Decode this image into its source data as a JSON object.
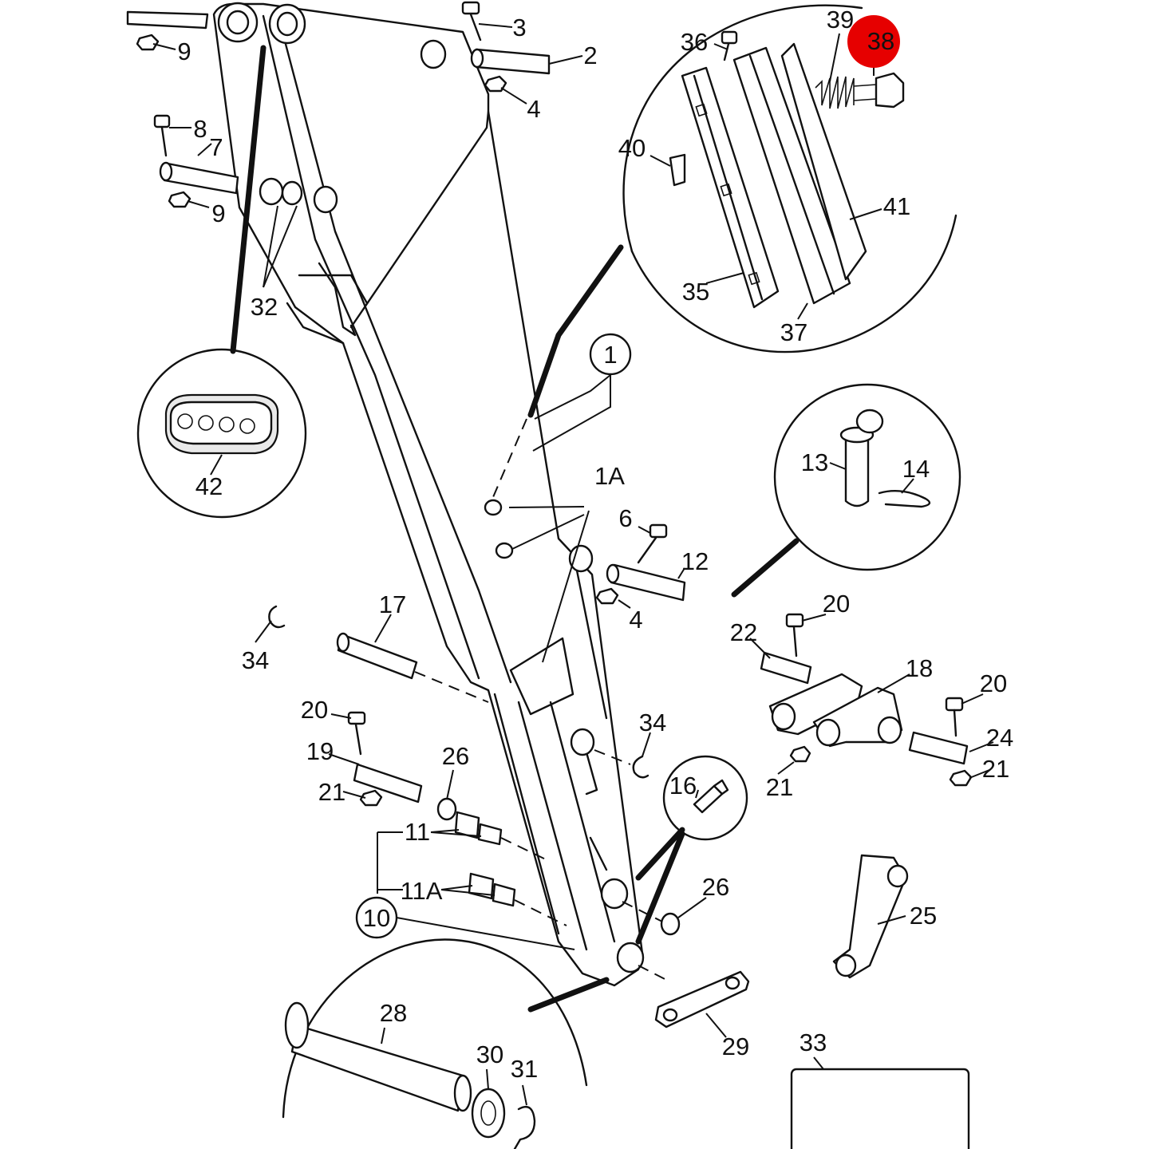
{
  "highlight_color": "#e60000",
  "highlighted_part": "38",
  "callouts": {
    "c1": "1",
    "c1A": "1A",
    "c2": "2",
    "c3": "3",
    "c4a": "4",
    "c4b": "4",
    "c6": "6",
    "c7": "7",
    "c8": "8",
    "c9a": "9",
    "c9b": "9",
    "c10": "10",
    "c11": "11",
    "c11A": "11A",
    "c12": "12",
    "c13": "13",
    "c14": "14",
    "c16": "16",
    "c17": "17",
    "c18": "18",
    "c19": "19",
    "c20a": "20",
    "c20b": "20",
    "c20c": "20",
    "c21a": "21",
    "c21b": "21",
    "c21c": "21",
    "c22": "22",
    "c24": "24",
    "c25": "25",
    "c26a": "26",
    "c26b": "26",
    "c28": "28",
    "c29": "29",
    "c30": "30",
    "c31": "31",
    "c32": "32",
    "c33": "33",
    "c34a": "34",
    "c34b": "34",
    "c35": "35",
    "c36": "36",
    "c37": "37",
    "c38": "38",
    "c39": "39",
    "c40": "40",
    "c41": "41",
    "c42": "42"
  }
}
